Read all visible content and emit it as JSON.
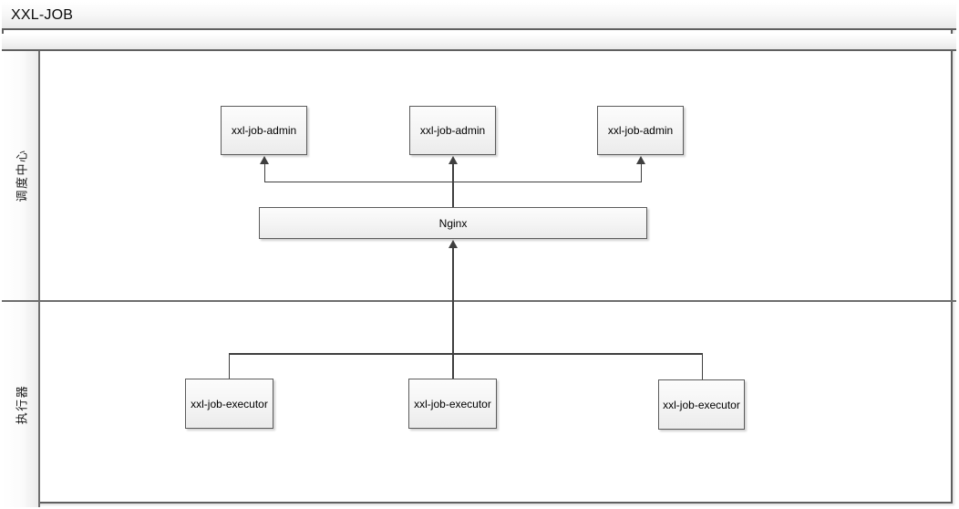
{
  "diagram": {
    "title": "XXL-JOB",
    "lanes": [
      {
        "label": "调度中心"
      },
      {
        "label": "执行器"
      }
    ],
    "nodes": [
      {
        "id": "admin-1",
        "label": "xxl-job-admin",
        "lane": "调度中心"
      },
      {
        "id": "admin-2",
        "label": "xxl-job-admin",
        "lane": "调度中心"
      },
      {
        "id": "admin-3",
        "label": "xxl-job-admin",
        "lane": "调度中心"
      },
      {
        "id": "nginx",
        "label": "Nginx",
        "lane": "调度中心"
      },
      {
        "id": "executor-1",
        "label": "xxl-job-executor",
        "lane": "执行器"
      },
      {
        "id": "executor-2",
        "label": "xxl-job-executor",
        "lane": "执行器"
      },
      {
        "id": "executor-3",
        "label": "xxl-job-executor",
        "lane": "执行器"
      }
    ],
    "edges": [
      {
        "from": "nginx",
        "to": "admin-1"
      },
      {
        "from": "nginx",
        "to": "admin-2"
      },
      {
        "from": "nginx",
        "to": "admin-3"
      },
      {
        "from": "executor-1",
        "to": "nginx"
      },
      {
        "from": "executor-2",
        "to": "nginx"
      },
      {
        "from": "executor-3",
        "to": "nginx"
      }
    ],
    "colors": {
      "frame_border": "#5f5f5f",
      "lane_divider": "#6e6e6e",
      "connector": "#3f3f3f",
      "node_border": "#5b5b5b",
      "node_fill_top": "#fcfcfc",
      "node_fill_bottom": "#ebebeb",
      "band_fill_top": "#ffffff",
      "band_fill_bottom": "#e9e9e9"
    }
  }
}
